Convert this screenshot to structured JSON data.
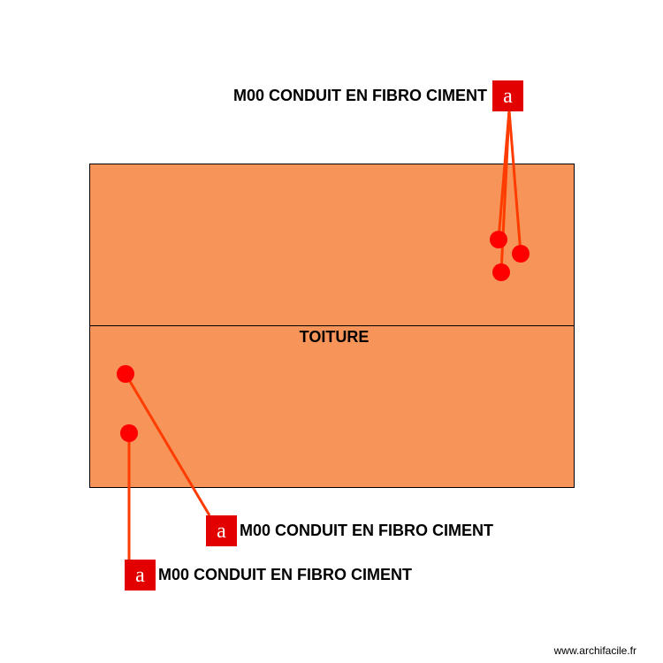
{
  "plan": {
    "room_label": "TOITURE",
    "watermark": "www.archifacile.fr",
    "fill_color": "#f79459",
    "marker_color": "#e30000",
    "leader_color": "#ff3c00"
  },
  "annotations": [
    {
      "marker_glyph": "a",
      "text": "M00 CONDUIT EN FIBRO CIMENT"
    },
    {
      "marker_glyph": "a",
      "text": "M00 CONDUIT EN FIBRO CIMENT"
    },
    {
      "marker_glyph": "a",
      "text": "M00 CONDUIT EN FIBRO CIMENT"
    }
  ]
}
